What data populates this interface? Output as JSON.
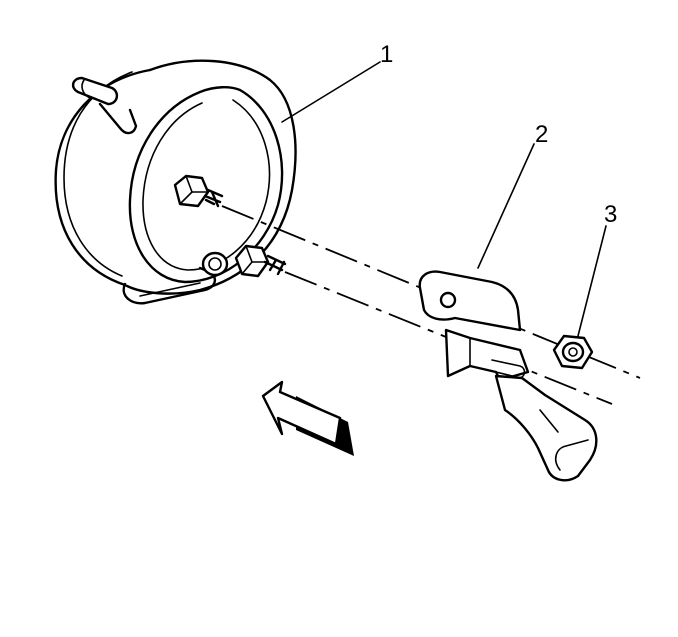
{
  "callouts": [
    {
      "id": "1",
      "label": "1"
    },
    {
      "id": "2",
      "label": "2"
    },
    {
      "id": "3",
      "label": "3"
    }
  ],
  "icons": [
    "vacuum-actuator-icon",
    "bracket-icon",
    "nut-icon",
    "direction-arrow-icon"
  ]
}
